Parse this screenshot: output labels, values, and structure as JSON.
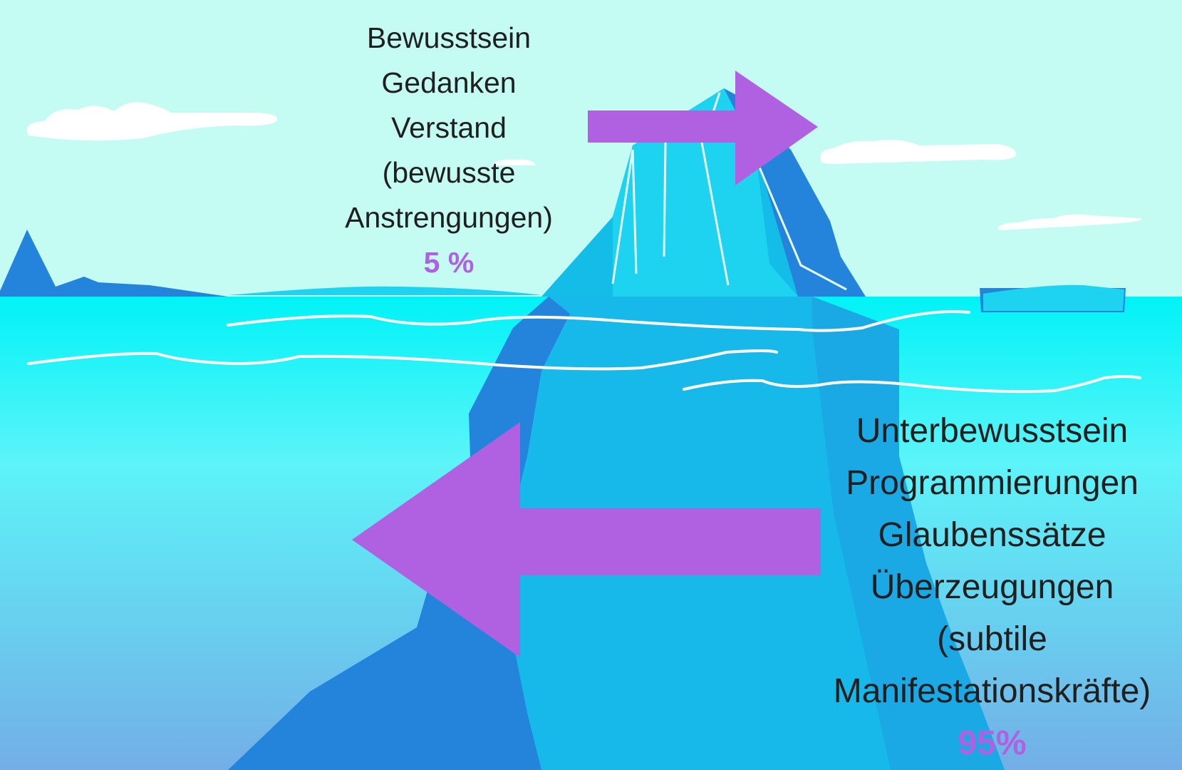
{
  "colors": {
    "sky": "#c4fbf3",
    "water_top": "#00f3f7",
    "water_bottom": "#73aee6",
    "ice_dark": "#2484db",
    "ice_mid": "#14bde8",
    "ice_light": "#1dd3f0",
    "arrow": "#b061e2",
    "text": "#1f1f1f"
  },
  "conscious": {
    "lines": [
      "Bewusstsein",
      "Gedanken",
      "Verstand",
      "(bewusste",
      "Anstrengungen)"
    ],
    "percent": "5 %"
  },
  "subconscious": {
    "lines": [
      "Unterbewusstsein",
      "Programmierungen",
      "Glaubenssätze",
      "Überzeugungen",
      "(subtile",
      "Manifestationskräfte)"
    ],
    "percent": "95%"
  },
  "arrows": {
    "upper_direction": "right",
    "lower_direction": "left"
  }
}
